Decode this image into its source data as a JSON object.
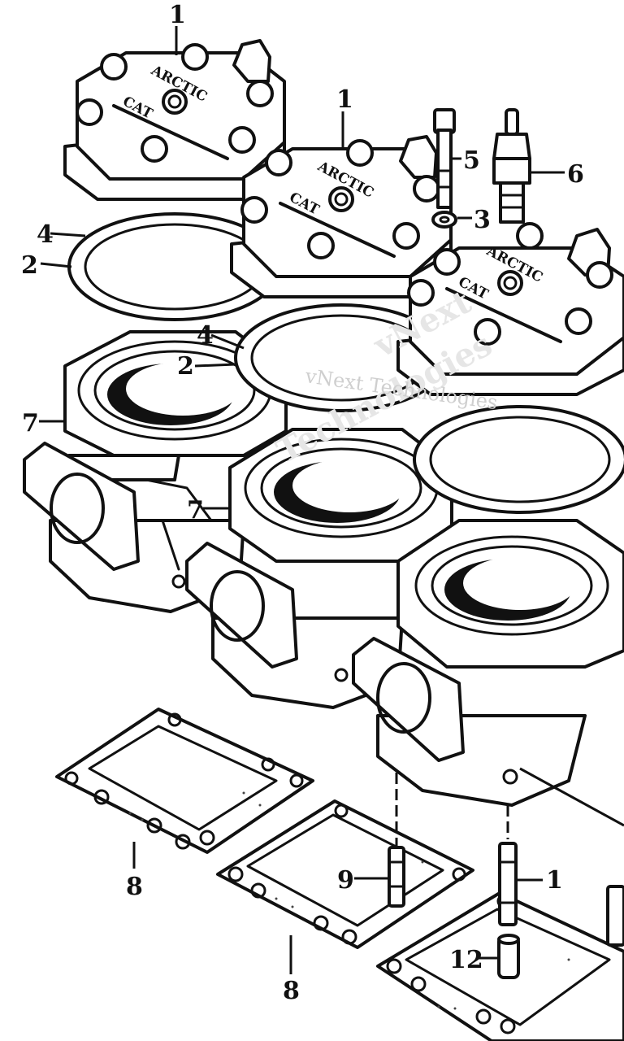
{
  "callouts": [
    {
      "id": "c1a",
      "label": "1"
    },
    {
      "id": "c1b",
      "label": "1"
    },
    {
      "id": "c2a",
      "label": "2"
    },
    {
      "id": "c2b",
      "label": "2"
    },
    {
      "id": "c3",
      "label": "3"
    },
    {
      "id": "c4a",
      "label": "4"
    },
    {
      "id": "c4b",
      "label": "4"
    },
    {
      "id": "c5",
      "label": "5"
    },
    {
      "id": "c6",
      "label": "6"
    },
    {
      "id": "c7a",
      "label": "7"
    },
    {
      "id": "c7b",
      "label": "7"
    },
    {
      "id": "c8a",
      "label": "8"
    },
    {
      "id": "c8b",
      "label": "8"
    },
    {
      "id": "c9",
      "label": "9"
    },
    {
      "id": "c1c",
      "label": "1"
    },
    {
      "id": "c12",
      "label": "12"
    }
  ],
  "head_marking": {
    "line1": "ARCTIC",
    "line2": "CAT"
  },
  "watermark": {
    "line1": "vNext Technologies",
    "line2": "vNext",
    "line3": "Technologies"
  }
}
